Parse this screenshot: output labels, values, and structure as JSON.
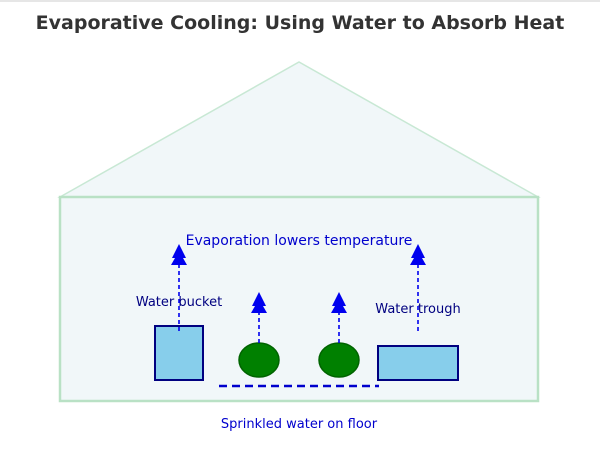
{
  "title": "Evaporative Cooling: Using Water to Absorb Heat",
  "labels": {
    "evaporation": "Evaporation lowers temperature",
    "bucket": "Water bucket",
    "trough": "Water trough",
    "floor": "Sprinkled water on floor"
  },
  "colors": {
    "roof_stroke": "#c8e8d4",
    "wall_stroke": "#b9e1c5",
    "house_fill": "#f1f7f9",
    "water_fill": "#87ceeb",
    "container_stroke": "#000080",
    "plant_fill": "#008000",
    "plant_stroke": "#006400",
    "vapor": "#0000ee",
    "evap_text": "#0000cd",
    "label_text": "#000080",
    "title_text": "#333333"
  },
  "icons": {
    "vapor_arrow": "arrow-up-icon",
    "plant": "plant-icon"
  }
}
